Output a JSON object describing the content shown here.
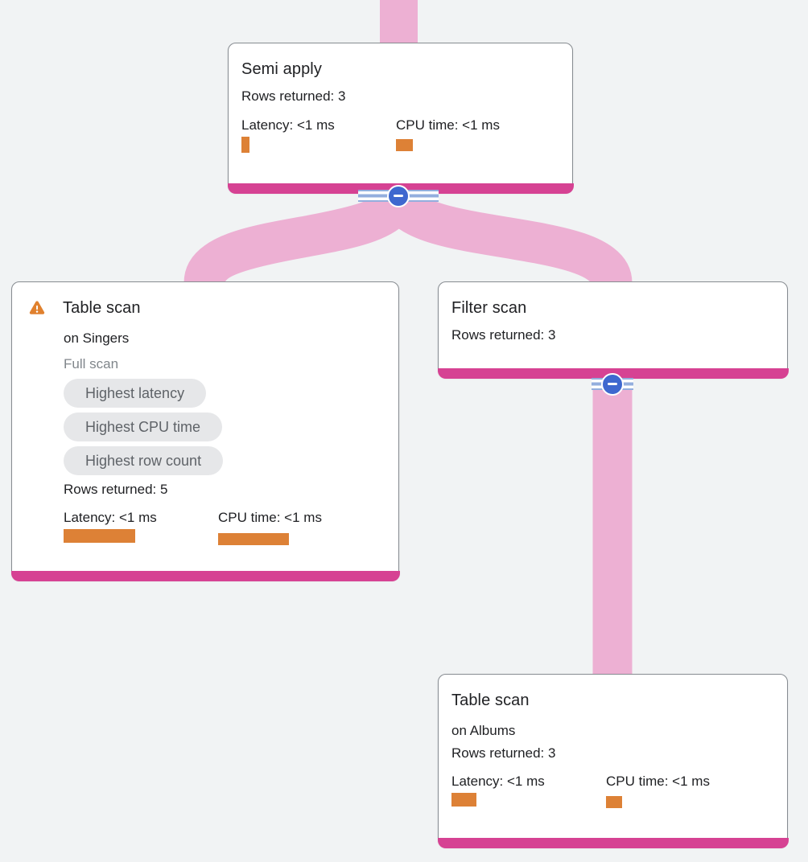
{
  "app": {
    "name": "query-plan-visualizer",
    "background": "#f1f3f4"
  },
  "colors": {
    "edge_pink": "#edb0d3",
    "node_accent_magenta": "#d64293",
    "metric_bar_orange": "#dd8136",
    "collapse_blue": "#3e68cf",
    "stripe_blue": "#93aede",
    "chip_bg": "#e6e7e9",
    "chip_text": "#5f6368",
    "text_primary": "#202124",
    "text_muted": "#80868b",
    "warning_orange": "#e0812e"
  },
  "nodes": [
    {
      "id": "semi-apply",
      "title": "Semi apply",
      "rows_returned": "Rows returned: 3",
      "metrics": {
        "latency": {
          "label": "Latency: <1 ms",
          "bar": {
            "w": 10,
            "h": 20
          }
        },
        "cpu": {
          "label": "CPU time: <1 ms",
          "bar": {
            "w": 21,
            "h": 15
          }
        }
      }
    },
    {
      "id": "table-scan-singers",
      "warning": true,
      "title": "Table scan",
      "subtitle": "on Singers",
      "scan_type": "Full scan",
      "badges": [
        "Highest latency",
        "Highest CPU time",
        "Highest row count"
      ],
      "rows_returned": "Rows returned: 5",
      "metrics": {
        "latency": {
          "label": "Latency: <1 ms",
          "bar": {
            "w": 89,
            "h": 17
          }
        },
        "cpu": {
          "label": "CPU time: <1 ms",
          "bar": {
            "w": 88,
            "h": 15
          }
        }
      }
    },
    {
      "id": "filter-scan",
      "title": "Filter scan",
      "rows_returned": "Rows returned: 3"
    },
    {
      "id": "table-scan-albums",
      "title": "Table scan",
      "subtitle": "on Albums",
      "rows_returned": "Rows returned: 3",
      "metrics": {
        "latency": {
          "label": "Latency: <1 ms",
          "bar": {
            "w": 31,
            "h": 17
          }
        },
        "cpu": {
          "label": "CPU time: <1 ms",
          "bar": {
            "w": 20,
            "h": 15
          }
        }
      }
    }
  ],
  "edges": [
    {
      "from": "parent-offscreen",
      "to": "semi-apply"
    },
    {
      "from": "semi-apply",
      "to": "table-scan-singers"
    },
    {
      "from": "semi-apply",
      "to": "filter-scan"
    },
    {
      "from": "filter-scan",
      "to": "table-scan-albums"
    }
  ],
  "collapse_buttons": [
    {
      "node": "semi-apply",
      "icon": "minus"
    },
    {
      "node": "filter-scan",
      "icon": "minus"
    }
  ]
}
